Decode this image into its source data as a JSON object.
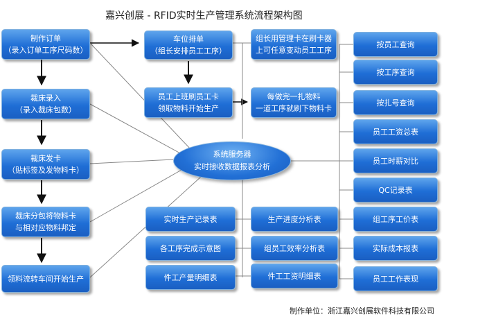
{
  "title": "嘉兴创展 - RFID实时生产管理系统流程架构图",
  "footer": "制作单位：浙江嘉兴创展软件科技有限公司",
  "left_column": [
    {
      "line1": "制作订单",
      "line2": "（录入订单工序尺码数）"
    },
    {
      "line1": "裁床录入",
      "line2": "（录入裁床包数）"
    },
    {
      "line1": "裁床发卡",
      "line2": "（贴标签及发物料卡）"
    },
    {
      "line1": "裁床分包将物料卡",
      "line2": "与相对应物料邦定"
    },
    {
      "line1": "领料流转车间开始生产",
      "line2": ""
    }
  ],
  "middle_top": [
    {
      "line1": "车位排单",
      "line2": "（组长安排员工工序）"
    },
    {
      "line1": "员工上班刷员工卡",
      "line2": "领取物料开始生产"
    }
  ],
  "middle_notes": [
    {
      "line1": "组长用管理卡在刷卡器",
      "line2": "上可任意变动员工工序"
    },
    {
      "line1": "每做完一扎物料",
      "line2": "一道工序就刷下物料卡"
    }
  ],
  "server": {
    "line1": "系统服务器",
    "line2": "实时接收数据报表分析"
  },
  "bottom_left": [
    "实时生产记录表",
    "各工序完成示意图",
    "件工产量明细表"
  ],
  "bottom_right": [
    "生产进度分析表",
    "组员工效率分析表",
    "件工工资明细表"
  ],
  "right_column": [
    "按员工查询",
    "按工序查询",
    "按扎号查询",
    "员工工资总表",
    "员工时薪对比",
    "QC记录表",
    "组工序工价表",
    "实际成本报表",
    "员工工作表现"
  ]
}
